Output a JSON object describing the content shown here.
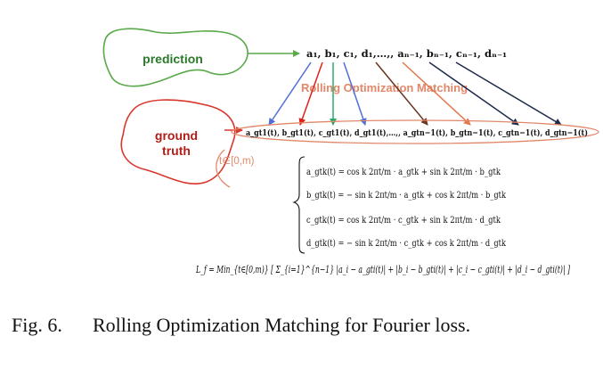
{
  "diagram": {
    "prediction_label": "prediction",
    "ground_truth_line1": "ground",
    "ground_truth_line2": "truth",
    "prediction_sequence": "a₁, b₁, c₁, d₁,…,, aₙ₋₁, bₙ₋₁, cₙ₋₁, dₙ₋₁",
    "ground_truth_sequence": "a_gt1(t), b_gt1(t), c_gt1(t), d_gt1(t),…,, a_gtn−1(t), b_gtn−1(t), c_gtn−1(t), d_gtn−1(t)",
    "rolling_label": "Rolling Optimization Matching",
    "t_range": "t∈[0,m)",
    "equations": [
      "a_gtk(t) = cos k 2πt/m · a_gtk + sin k 2πt/m · b_gtk",
      "b_gtk(t) = − sin k 2πt/m · a_gtk + cos k 2πt/m · b_gtk",
      "c_gtk(t) = cos k 2πt/m · c_gtk + sin k 2πt/m · d_gtk",
      "d_gtk(t) = − sin k 2πt/m · c_gtk + cos k 2πt/m · d_gtk"
    ],
    "loss_formula": "L_f = Min_{t∈[0,m)} [ Σ_{i=1}^{n−1} |a_i − a_gti(t)| + |b_i − b_gti(t)| + |c_i − c_gti(t)| + |d_i − d_gti(t)| ]",
    "colors": {
      "prediction": "#5aa94a",
      "ground_truth": "#d9362c",
      "rolling_text": "#e2886a",
      "arrow_blue": "#4f6fd8",
      "arrow_red": "#e0201a",
      "arrow_green": "#2aa86a",
      "arrow_brown": "#6a3420",
      "arrow_orange": "#e2774a",
      "arrow_navy": "#1d2a4a"
    }
  },
  "caption": {
    "figure_number": "Fig. 6.",
    "text": "Rolling Optimization Matching for Fourier loss."
  }
}
